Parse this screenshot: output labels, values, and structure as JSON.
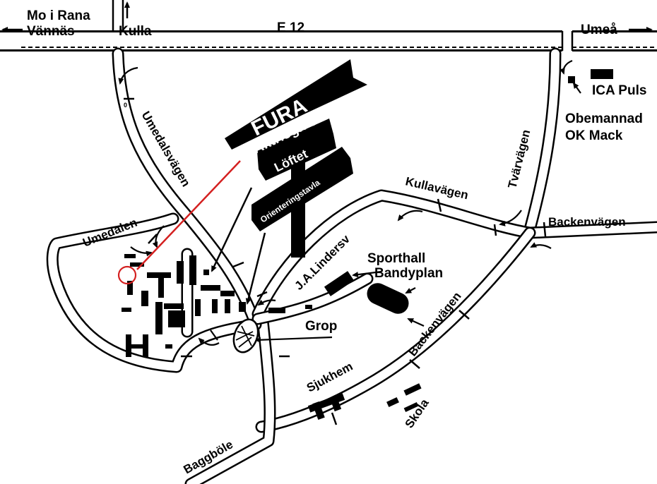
{
  "map": {
    "labels": {
      "mo_i_rana": "Mo i Rana",
      "vannas": "Vännäs",
      "kulla": "Kulla",
      "e12": "E 12",
      "umea": "Umeå",
      "ica_puls": "ICA Puls",
      "obemannad": "Obemannad",
      "ok_mack": "OK Mack",
      "tvarvagen": "Tvärvägen",
      "kullavagen": "Kullavägen",
      "backenvagen_east": "Backenvägen",
      "backenvagen_south": "Backenvägen",
      "umedalsvagen": "Umedalsvägen",
      "umedalen": "Umedalen",
      "ja_lindersv": "J.A.Lindersv",
      "sporthall": "Sporthall",
      "bandyplan": "Bandyplan",
      "grop": "Grop",
      "sjukhem": "Sjukhem",
      "skola": "Skola",
      "baggbole": "Baggböle",
      "roundabout_zero": "0"
    },
    "signpost": {
      "fura": "FURA",
      "aktrisgr": "Aktrisgr. 31",
      "loftet": "Löftet",
      "orienteringstavla": "Orienteringstavla"
    },
    "colors": {
      "ink": "#000000",
      "paper": "#ffffff",
      "highlight": "#d42020"
    },
    "icons": [
      "arrow-left-icon",
      "arrow-up-icon",
      "arrow-right-icon",
      "target-circle-icon"
    ]
  }
}
